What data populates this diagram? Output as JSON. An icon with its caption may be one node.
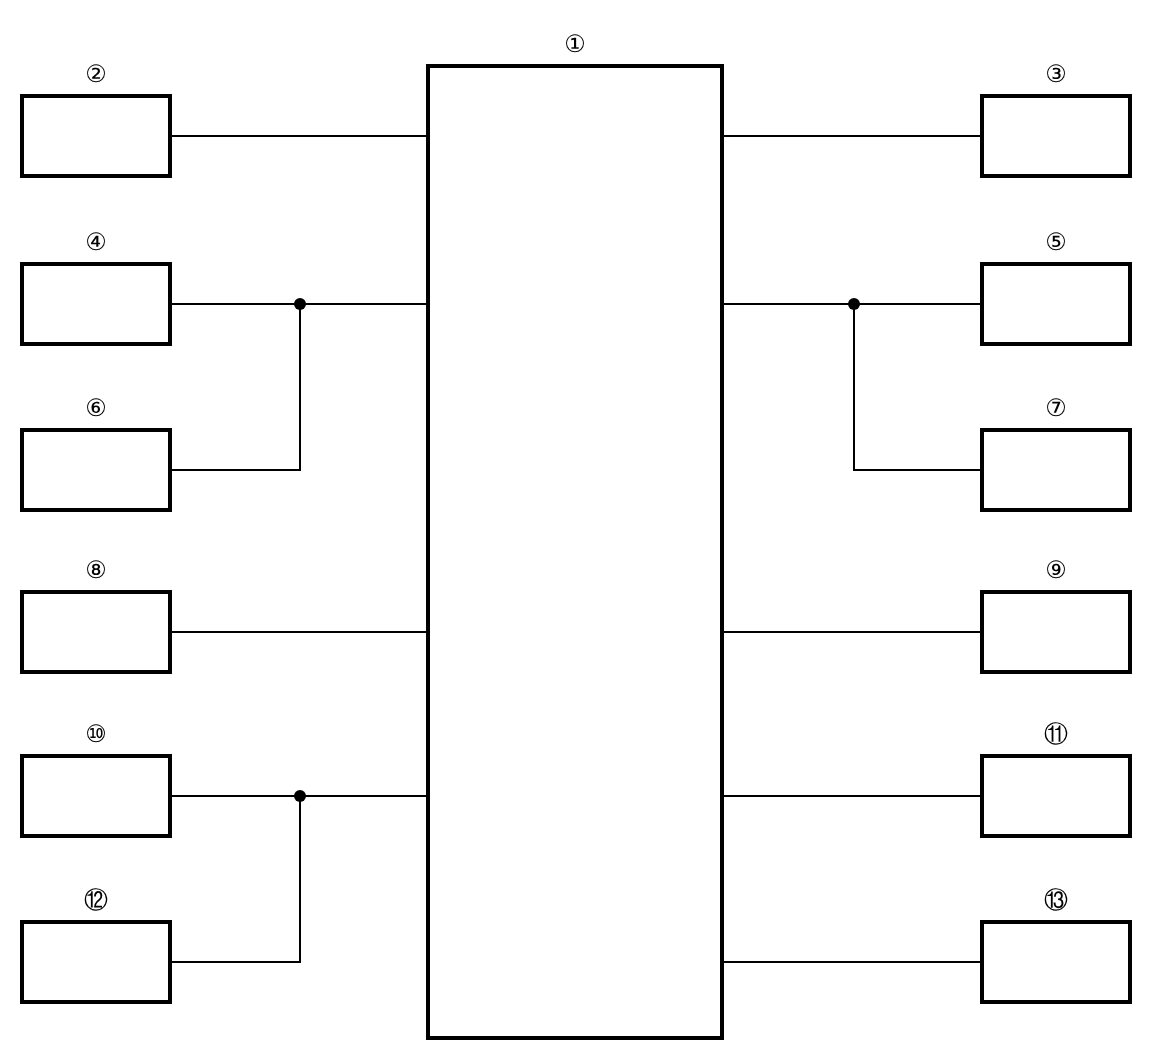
{
  "diagram": {
    "nodes": [
      {
        "text": [
          "①"
        ]
      },
      {
        "text": [
          "②"
        ]
      },
      {
        "text": [
          "③"
        ]
      },
      {
        "text": [
          "④"
        ]
      },
      {
        "text": [
          "⑤"
        ]
      },
      {
        "text": [
          "⑥"
        ]
      },
      {
        "text": [
          "⑦"
        ]
      },
      {
        "text": [
          "⑧"
        ]
      },
      {
        "text": [
          "⑨"
        ]
      },
      {
        "text": [
          "⑩"
        ]
      },
      {
        "text": [
          "⑪"
        ]
      },
      {
        "text": [
          "⑫"
        ]
      },
      {
        "text": [
          "⑬"
        ]
      }
    ],
    "edges": [
      {
        "from": 1,
        "to": 0,
        "arrow": "none"
      },
      {
        "from": 2,
        "to": 0,
        "arrow": "none"
      },
      {
        "from": 3,
        "to": 0,
        "arrow": "none"
      },
      {
        "from": 4,
        "to": 0,
        "arrow": "none"
      },
      {
        "from": 5,
        "to": 0,
        "arrow": "none"
      },
      {
        "from": 6,
        "to": 0,
        "arrow": "none"
      },
      {
        "from": 7,
        "to": 0,
        "arrow": "none"
      },
      {
        "from": 8,
        "to": 0,
        "arrow": "none"
      },
      {
        "from": 9,
        "to": 0,
        "arrow": "none"
      },
      {
        "from": 10,
        "to": 0,
        "arrow": "none"
      },
      {
        "from": 11,
        "to": 0,
        "arrow": "none"
      },
      {
        "from": 12,
        "to": 0,
        "arrow": "none"
      }
    ]
  }
}
